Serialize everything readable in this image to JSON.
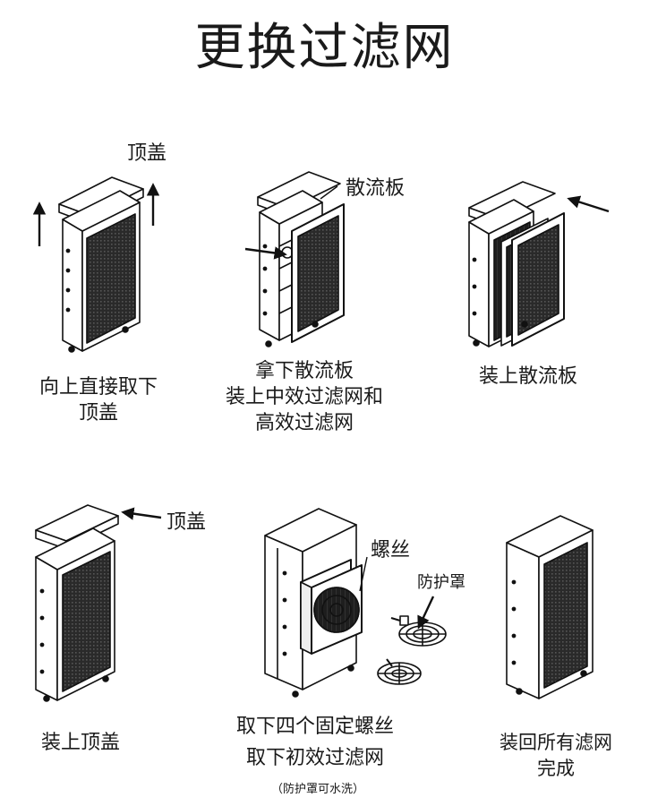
{
  "title": "更换过滤网",
  "steps": [
    {
      "labels": {
        "top_cover": "顶盖"
      },
      "caption": [
        "向上直接取下",
        "顶盖"
      ]
    },
    {
      "labels": {
        "diffuser": "散流板"
      },
      "caption": [
        "拿下散流板",
        "装上中效过滤网和",
        "高效过滤网"
      ]
    },
    {
      "labels": {},
      "caption": [
        "装上散流板"
      ]
    },
    {
      "labels": {
        "top_cover": "顶盖"
      },
      "caption": [
        "装上顶盖"
      ]
    },
    {
      "labels": {
        "screws": "螺丝",
        "guard": "防护罩"
      },
      "caption": [
        "取下四个固定螺丝",
        "取下初效过滤网"
      ],
      "note": "（防护罩可水洗）"
    },
    {
      "labels": {},
      "caption": [
        "装回所有滤网",
        "完成"
      ]
    }
  ]
}
